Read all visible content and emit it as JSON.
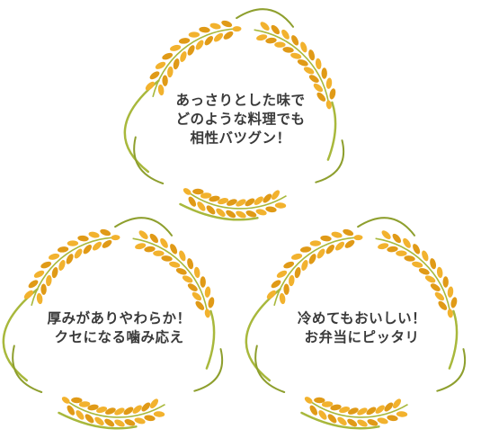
{
  "colors": {
    "grain": "#f2b22e",
    "grain_dark": "#e09a17",
    "stalk": "#a8b83c",
    "stalk_dark": "#8e9f2e",
    "text": "#3a3a3a"
  },
  "icons": [
    "rice-wreath-icon"
  ],
  "wreaths": [
    {
      "lines": [
        "あっさりとした味で",
        "どのような料理でも",
        "相性バツグン！"
      ]
    },
    {
      "lines": [
        "厚みがありやわらか！",
        "クセになる噛み応え"
      ]
    },
    {
      "lines": [
        "冷めてもおいしい！",
        "お弁当にピッタリ"
      ]
    }
  ]
}
